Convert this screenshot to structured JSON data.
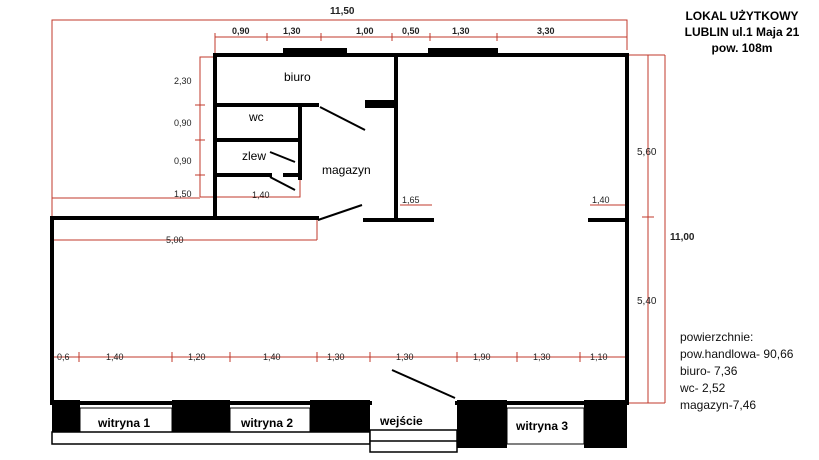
{
  "header": {
    "line1": "LOKAL UŻYTKOWY",
    "line2": "LUBLIN ul.1 Maja 21",
    "line3": "pow. 108m"
  },
  "rooms": {
    "biuro": "biuro",
    "wc": "wc",
    "zlew": "zlew",
    "magazyn": "magazyn"
  },
  "frontage": {
    "witryna1": "witryna 1",
    "witryna2": "witryna 2",
    "entrance": "wejście",
    "witryna3": "witryna 3"
  },
  "dimensions": {
    "total_width": "11,50",
    "total_depth": "11,00",
    "top_segments": [
      "0,90",
      "1,30",
      "1,00",
      "0,50",
      "1,30",
      "3,30"
    ],
    "left_side": [
      "2,30",
      "0,90",
      "0,90",
      "1,50"
    ],
    "back_depth": "5,60",
    "front_depth": "5,40",
    "wc_width": "1,40",
    "rear_step": "5,00",
    "wall_stub_mid": "1,65",
    "wall_stub_right": "1,40",
    "front_segments": [
      "0,6",
      "1,40",
      "1,20",
      "1,40",
      "1,30",
      "1,30",
      "1,90",
      "1,30",
      "1,10"
    ]
  },
  "areas": {
    "heading": "powierzchnie:",
    "items": [
      "pow.handlowa- 90,66",
      "biuro- 7,36",
      "wc- 2,52",
      "magazyn-7,46"
    ]
  },
  "colors": {
    "walls": "#000000",
    "dimension_lines": "#c0392b"
  }
}
